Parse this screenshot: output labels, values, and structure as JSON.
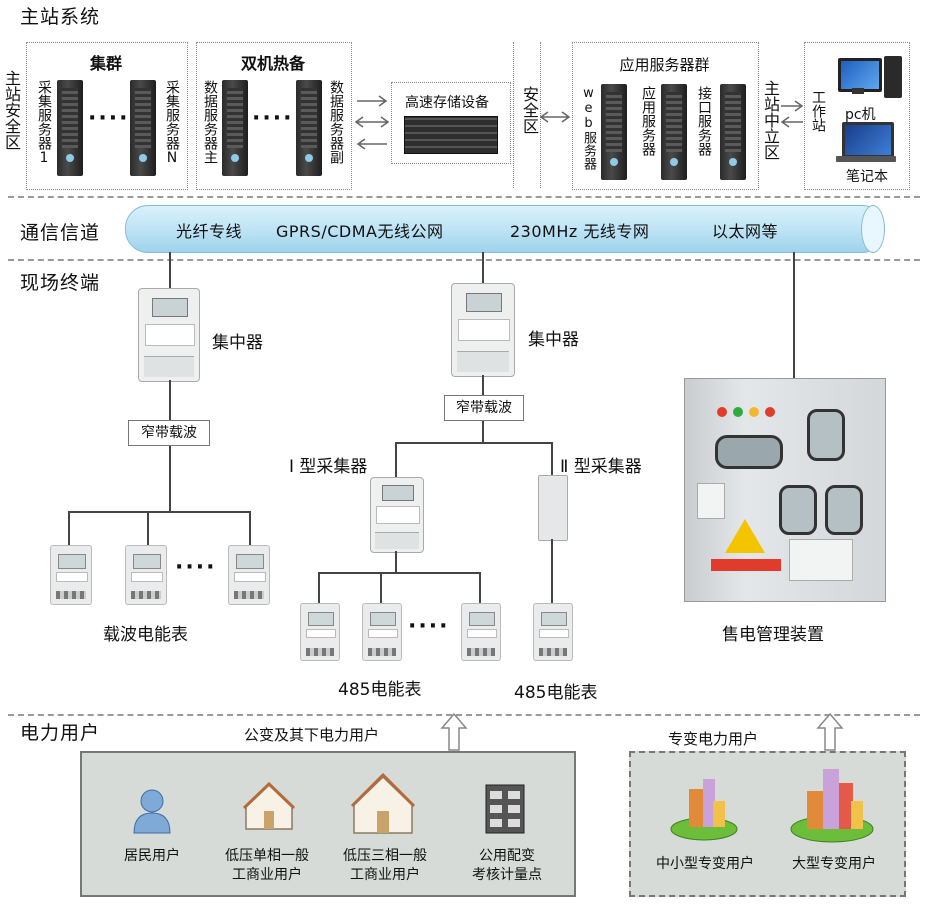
{
  "sections": {
    "master": "主站系统",
    "channel": "通信信道",
    "field": "现场终端",
    "users": "电力用户"
  },
  "master_station": {
    "security_zone": "主站安全区",
    "cluster": {
      "title": "集群",
      "server_left": "采集服务器1",
      "server_right": "采集服务器N"
    },
    "dual_hot": {
      "title": "双机热备",
      "server_main": "数据服务器主",
      "server_backup": "数据服务器副"
    },
    "storage": "高速存储设备",
    "safety_zone": "安全区",
    "app_group": {
      "title": "应用服务器群",
      "web": "web服务器",
      "app": "应用服务器",
      "iface": "接口服务器"
    },
    "neutral_zone": "主站中立区",
    "workstation": "工作站",
    "pc": "pc机",
    "laptop": "笔记本"
  },
  "channel": {
    "items": [
      "光纤专线",
      "GPRS/CDMA无线公网",
      "230MHz 无线专网",
      "以太网等"
    ]
  },
  "field": {
    "concentrator_left": "集中器",
    "concentrator_mid": "集中器",
    "carrier_left": "窄带载波",
    "carrier_mid": "窄带载波",
    "collector_1": "Ⅰ 型采集器",
    "collector_2": "Ⅱ 型采集器",
    "carrier_meter": "载波电能表",
    "meter_485_a": "485电能表",
    "meter_485_b": "485电能表",
    "sales_device": "售电管理装置",
    "dots": "····"
  },
  "users": {
    "public_title": "公变及其下电力用户",
    "special_title": "专变电力用户",
    "resident": "居民用户",
    "low_single_1": "低压单相一般",
    "low_single_2": "工商业用户",
    "low_three_1": "低压三相一般",
    "low_three_2": "工商业用户",
    "public_dist_1": "公用配变",
    "public_dist_2": "考核计量点",
    "small_special": "中小型专变用户",
    "large_special": "大型专变用户"
  },
  "colors": {
    "pipe": "#bfe4f5",
    "panel": "#d6dbd7",
    "dash": "#9a9a9a"
  }
}
